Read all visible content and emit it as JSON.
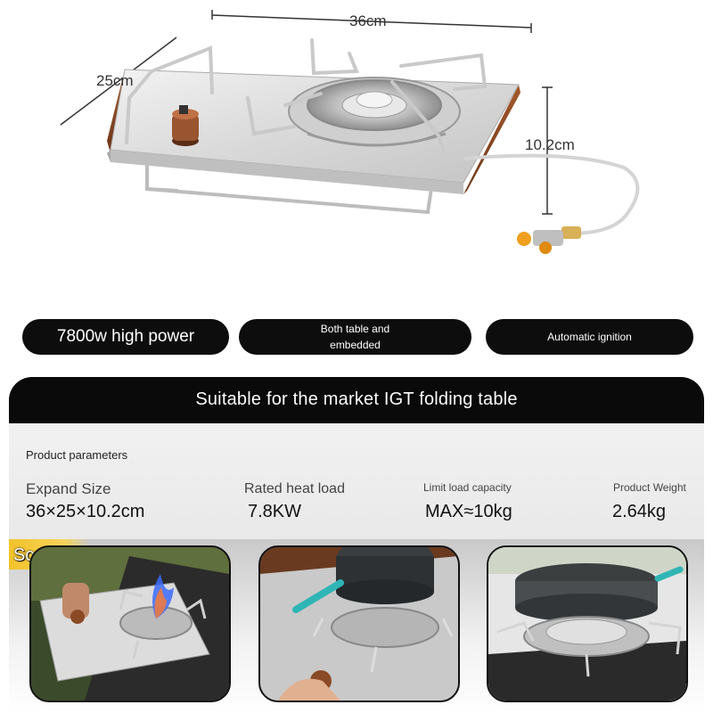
{
  "dimensions": {
    "width_label": "36cm",
    "depth_label": "25cm",
    "height_label": "10.2cm"
  },
  "features": [
    {
      "label": "7800w high power"
    },
    {
      "label_line1": "Both table and",
      "label_line2": "embedded"
    },
    {
      "label": "Automatic ignition"
    }
  ],
  "banner": {
    "title": "Suitable for the market IGT folding table"
  },
  "parameters": {
    "heading": "Product parameters",
    "items": [
      {
        "label": "Expand Size",
        "value": "36×25×10.2cm"
      },
      {
        "label": "Rated heat load",
        "value": "7.8KW"
      },
      {
        "label": "Limit load capacity",
        "value": "MAX≈10kg"
      },
      {
        "label": "Product Weight",
        "value": "2.64kg"
      }
    ]
  },
  "scenes": {
    "label": "Scenes"
  },
  "colors": {
    "pill_bg": "#0d0d0d",
    "accent_yellow": "#f3c22a",
    "steel": "#d8d8d8",
    "wood": "#8a4a25"
  }
}
